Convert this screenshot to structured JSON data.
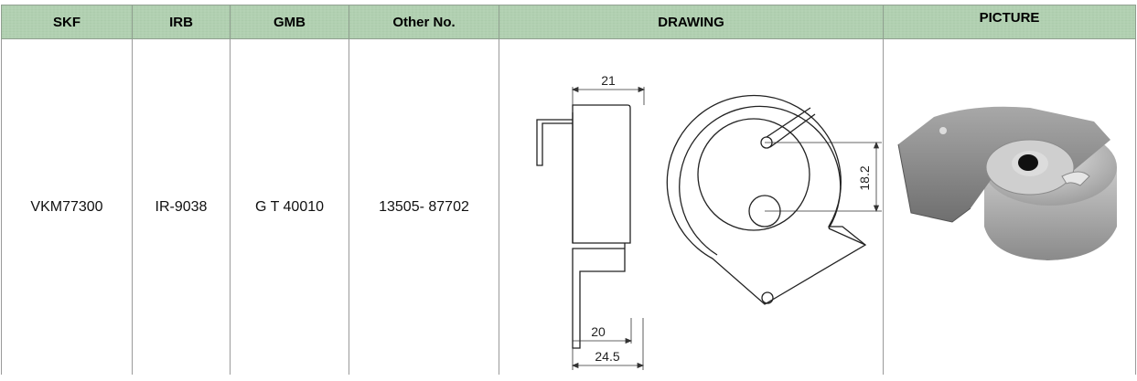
{
  "headers": {
    "skf": "SKF",
    "irb": "IRB",
    "gmb": "GMB",
    "other": "Other No.",
    "drawing": "DRAWING",
    "picture": "PICTURE"
  },
  "row": {
    "skf": "VKM77300",
    "irb": "IR-9038",
    "gmb": "G T 40010",
    "other": "13505- 87702"
  },
  "drawing": {
    "dim_top": "21",
    "dim_right": "18.2",
    "dim_inner": "20",
    "dim_outer": "24.5"
  },
  "colors": {
    "header_bg": "#b0d0b0",
    "border": "#9a9a9a"
  }
}
